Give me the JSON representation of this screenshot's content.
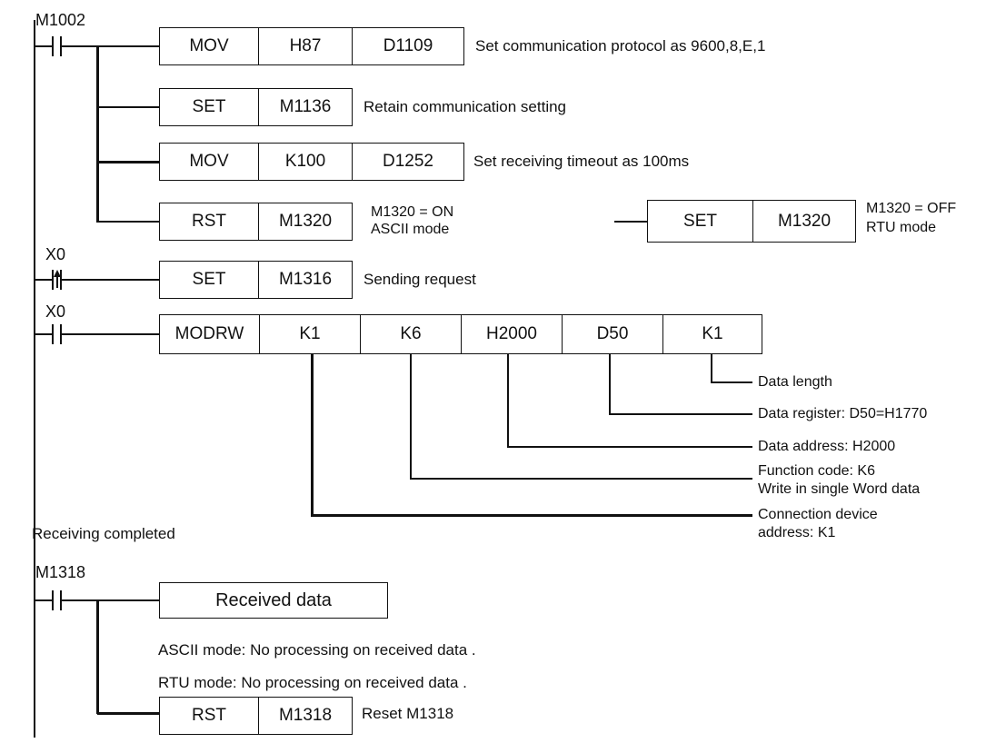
{
  "contacts": {
    "m1002": "M1002",
    "x0_pulse": "X0",
    "x0": "X0",
    "m1318": "M1318"
  },
  "rungs": {
    "r1": {
      "op": "MOV",
      "src": "H87",
      "dst": "D1109",
      "comment": "Set communication protocol as  9600,8,E,1"
    },
    "r2": {
      "op": "SET",
      "dev": "M1136",
      "comment": "Retain communication setting"
    },
    "r3": {
      "op": "MOV",
      "src": "K100",
      "dst": "D1252",
      "comment": "Set receiving  timeout as 100ms"
    },
    "r4": {
      "op": "RST",
      "dev": "M1320",
      "comment_line1": "M1320 = ON",
      "comment_line2": "ASCII mode"
    },
    "r4b": {
      "op": "SET",
      "dev": "M1320",
      "comment_line1": "M1320 = OFF",
      "comment_line2": "RTU  mode"
    },
    "r5": {
      "op": "SET",
      "dev": "M1316",
      "comment": "Sending request"
    },
    "modrw": {
      "op": "MODRW",
      "args": [
        "K1",
        "K6",
        "H2000",
        "D50",
        "K1"
      ],
      "notes": {
        "length": "Data length",
        "register": "Data register: D50=H1770",
        "address": "Data address: H2000",
        "function_line1": "Function code: K6",
        "function_line2": "Write in single Word data",
        "device_line1": "Connection device",
        "device_line2": "address: K1"
      }
    },
    "receive": {
      "section_title": "Receiving completed",
      "box": "Received data",
      "ascii_note": "ASCII mode: No processing on received data .",
      "rtu_note": "RTU  mode: No processing on received data ."
    },
    "r_last": {
      "op": "RST",
      "dev": "M1318",
      "comment": "Reset M1318"
    }
  }
}
